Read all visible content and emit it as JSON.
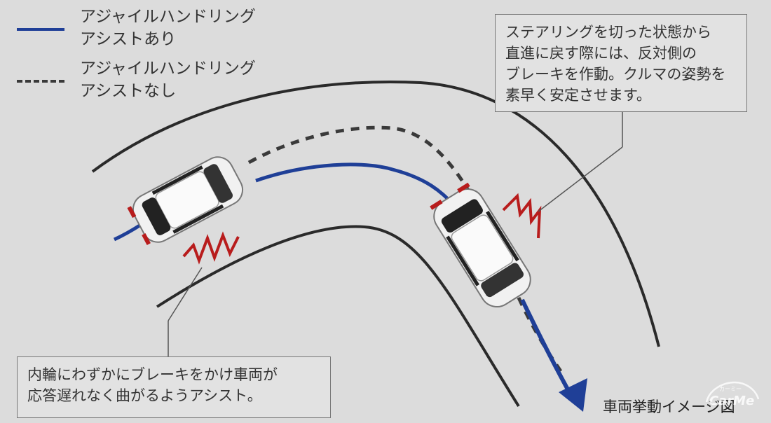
{
  "legend": {
    "with_assist": "アジャイルハンドリング\nアシストあり",
    "without_assist": "アジャイルハンドリング\nアシストなし"
  },
  "callouts": {
    "top": "ステアリングを切った状態から\n直進に戻す際には、反対側の\nブレーキを作動。クルマの姿勢を\n素早く安定させます。",
    "bottom": "内輪にわずかにブレーキをかけ車両が\n応答遅れなく曲がるようアシスト。"
  },
  "caption": "車両挙動イメージ図",
  "watermark": {
    "small_text": "カーミー",
    "logo_text": "CarMe"
  },
  "colors": {
    "with_assist": "#1f3f97",
    "without_assist": "#3a3a3a",
    "brake": "#b81c1c",
    "road": "#2a2a2a",
    "background": "#dcdcdc"
  }
}
